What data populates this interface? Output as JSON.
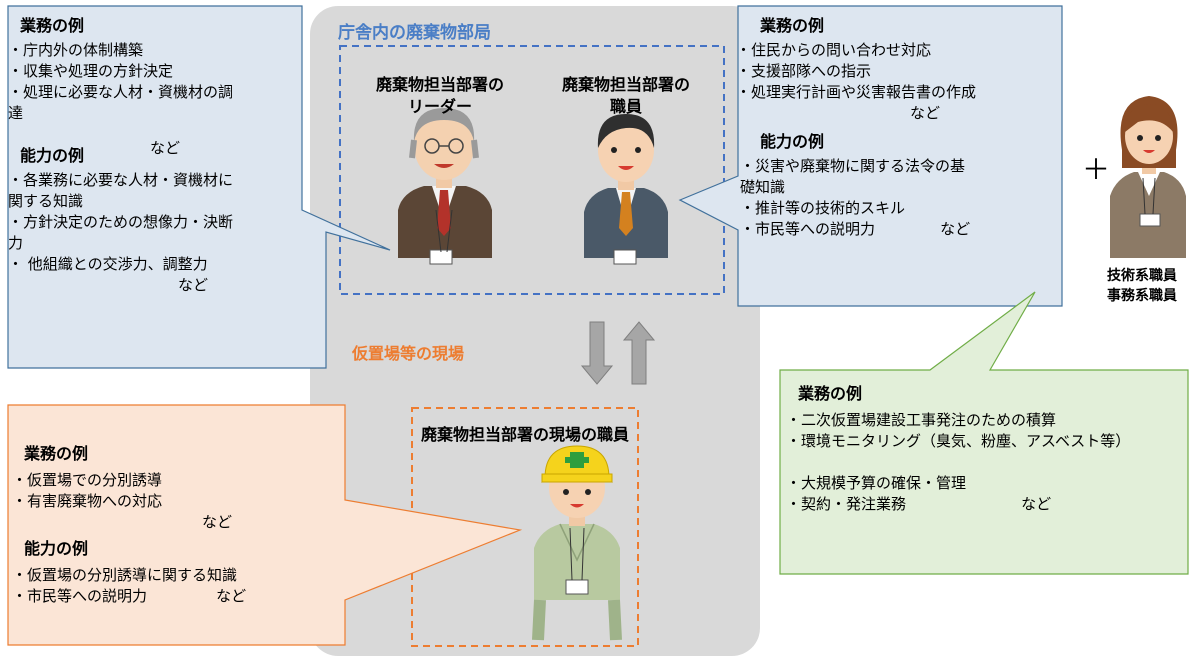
{
  "office": {
    "title": "庁舎内の廃棄物部局",
    "leader_label": "廃棄物担当部署の\nリーダー",
    "staff_label": "廃棄物担当部署の\n職員"
  },
  "field": {
    "title": "仮置場等の現場",
    "worker_label": "廃棄物担当部署の現場の職員"
  },
  "external": {
    "label": "技術系職員\n事務系職員",
    "plus": "＋"
  },
  "callouts": {
    "leader": {
      "duties_title": "業務の例",
      "duties": [
        "・庁内外の体制構築",
        "・収集や処理の方針決定",
        "・処理に必要な人材・資機材の調\n達"
      ],
      "duties_etc": "など",
      "skills_title": "能力の例",
      "skills": [
        "・各業務に必要な人材・資機材に\n関する知識",
        "・方針決定のための想像力・決断\n力",
        "・ 他組織との交渉力、調整力"
      ],
      "skills_etc": "など"
    },
    "staff": {
      "duties_title": "業務の例",
      "duties": [
        "・住民からの問い合わせ対応",
        "・支援部隊への指示",
        "・処理実行計画や災害報告書の作成"
      ],
      "duties_etc": "など",
      "skills_title": "能力の例",
      "skills": [
        "・災害や廃棄物に関する法令の基\n礎知識",
        "・推計等の技術的スキル",
        "・市民等への説明力"
      ],
      "skills_etc": "など"
    },
    "field": {
      "duties_title": "業務の例",
      "duties": [
        "・仮置場での分別誘導",
        "・有害廃棄物への対応"
      ],
      "duties_etc": "など",
      "skills_title": "能力の例",
      "skills": [
        "・仮置場の分別誘導に関する知識",
        "・市民等への説明力"
      ],
      "skills_etc": "など"
    },
    "external": {
      "duties_title": "業務の例",
      "duties": [
        "・二次仮置場建設工事発注のための積算",
        "・環境モニタリング（臭気、粉塵、アスベスト等）",
        "",
        "・大規模予算の確保・管理",
        "・契約・発注業務"
      ],
      "duties_etc": "など"
    }
  },
  "colors": {
    "blue_box_fill": "#dde6f0",
    "blue_box_border": "#41719c",
    "office_dash": "#4472c4",
    "office_title": "#4a7ec6",
    "field_dash": "#ed7d31",
    "field_title": "#ed7d31",
    "orange_box_fill": "#fbe5d6",
    "orange_box_border": "#ed7d31",
    "green_box_fill": "#e2efd9",
    "green_box_border": "#70ad47",
    "arrow_fill": "#a6a6a6"
  }
}
